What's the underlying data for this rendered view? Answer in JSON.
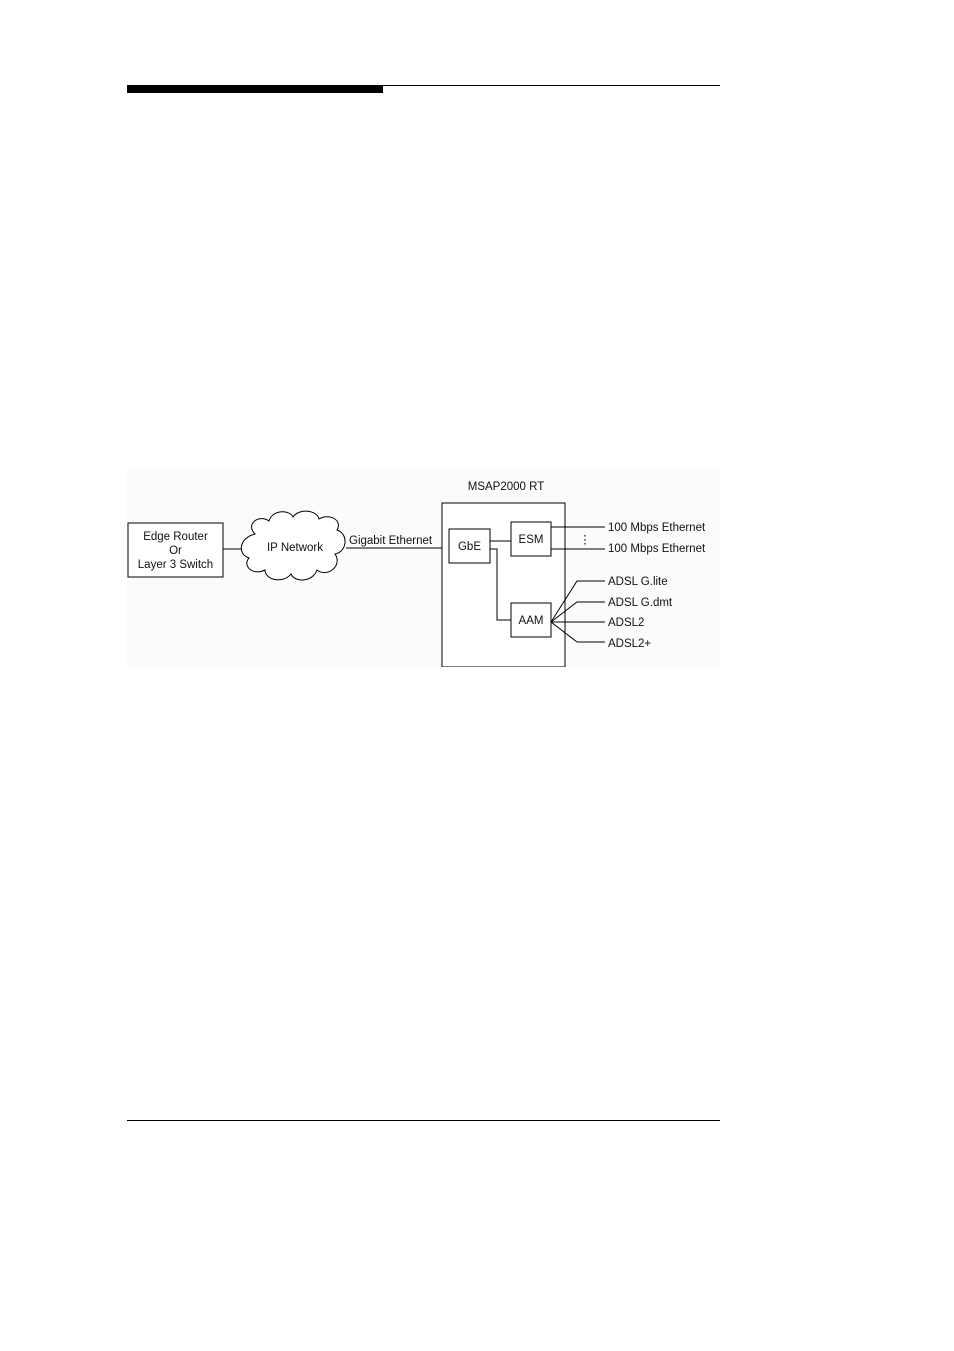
{
  "diagram": {
    "edge_router_lines": [
      "Edge Router",
      "Or",
      "Layer 3 Switch"
    ],
    "ip_network_label": "IP Network",
    "gigabit_label": "Gigabit Ethernet",
    "msap_title": "MSAP2000 RT",
    "gbe_label": "GbE",
    "esm_label": "ESM",
    "aam_label": "AAM",
    "ellipsis": "⋮",
    "ethernet_outputs": [
      "100 Mbps Ethernet",
      "100 Mbps Ethernet"
    ],
    "adsl_outputs": [
      "ADSL G.lite",
      "ADSL G.dmt",
      "ADSL2",
      "ADSL2+"
    ]
  }
}
